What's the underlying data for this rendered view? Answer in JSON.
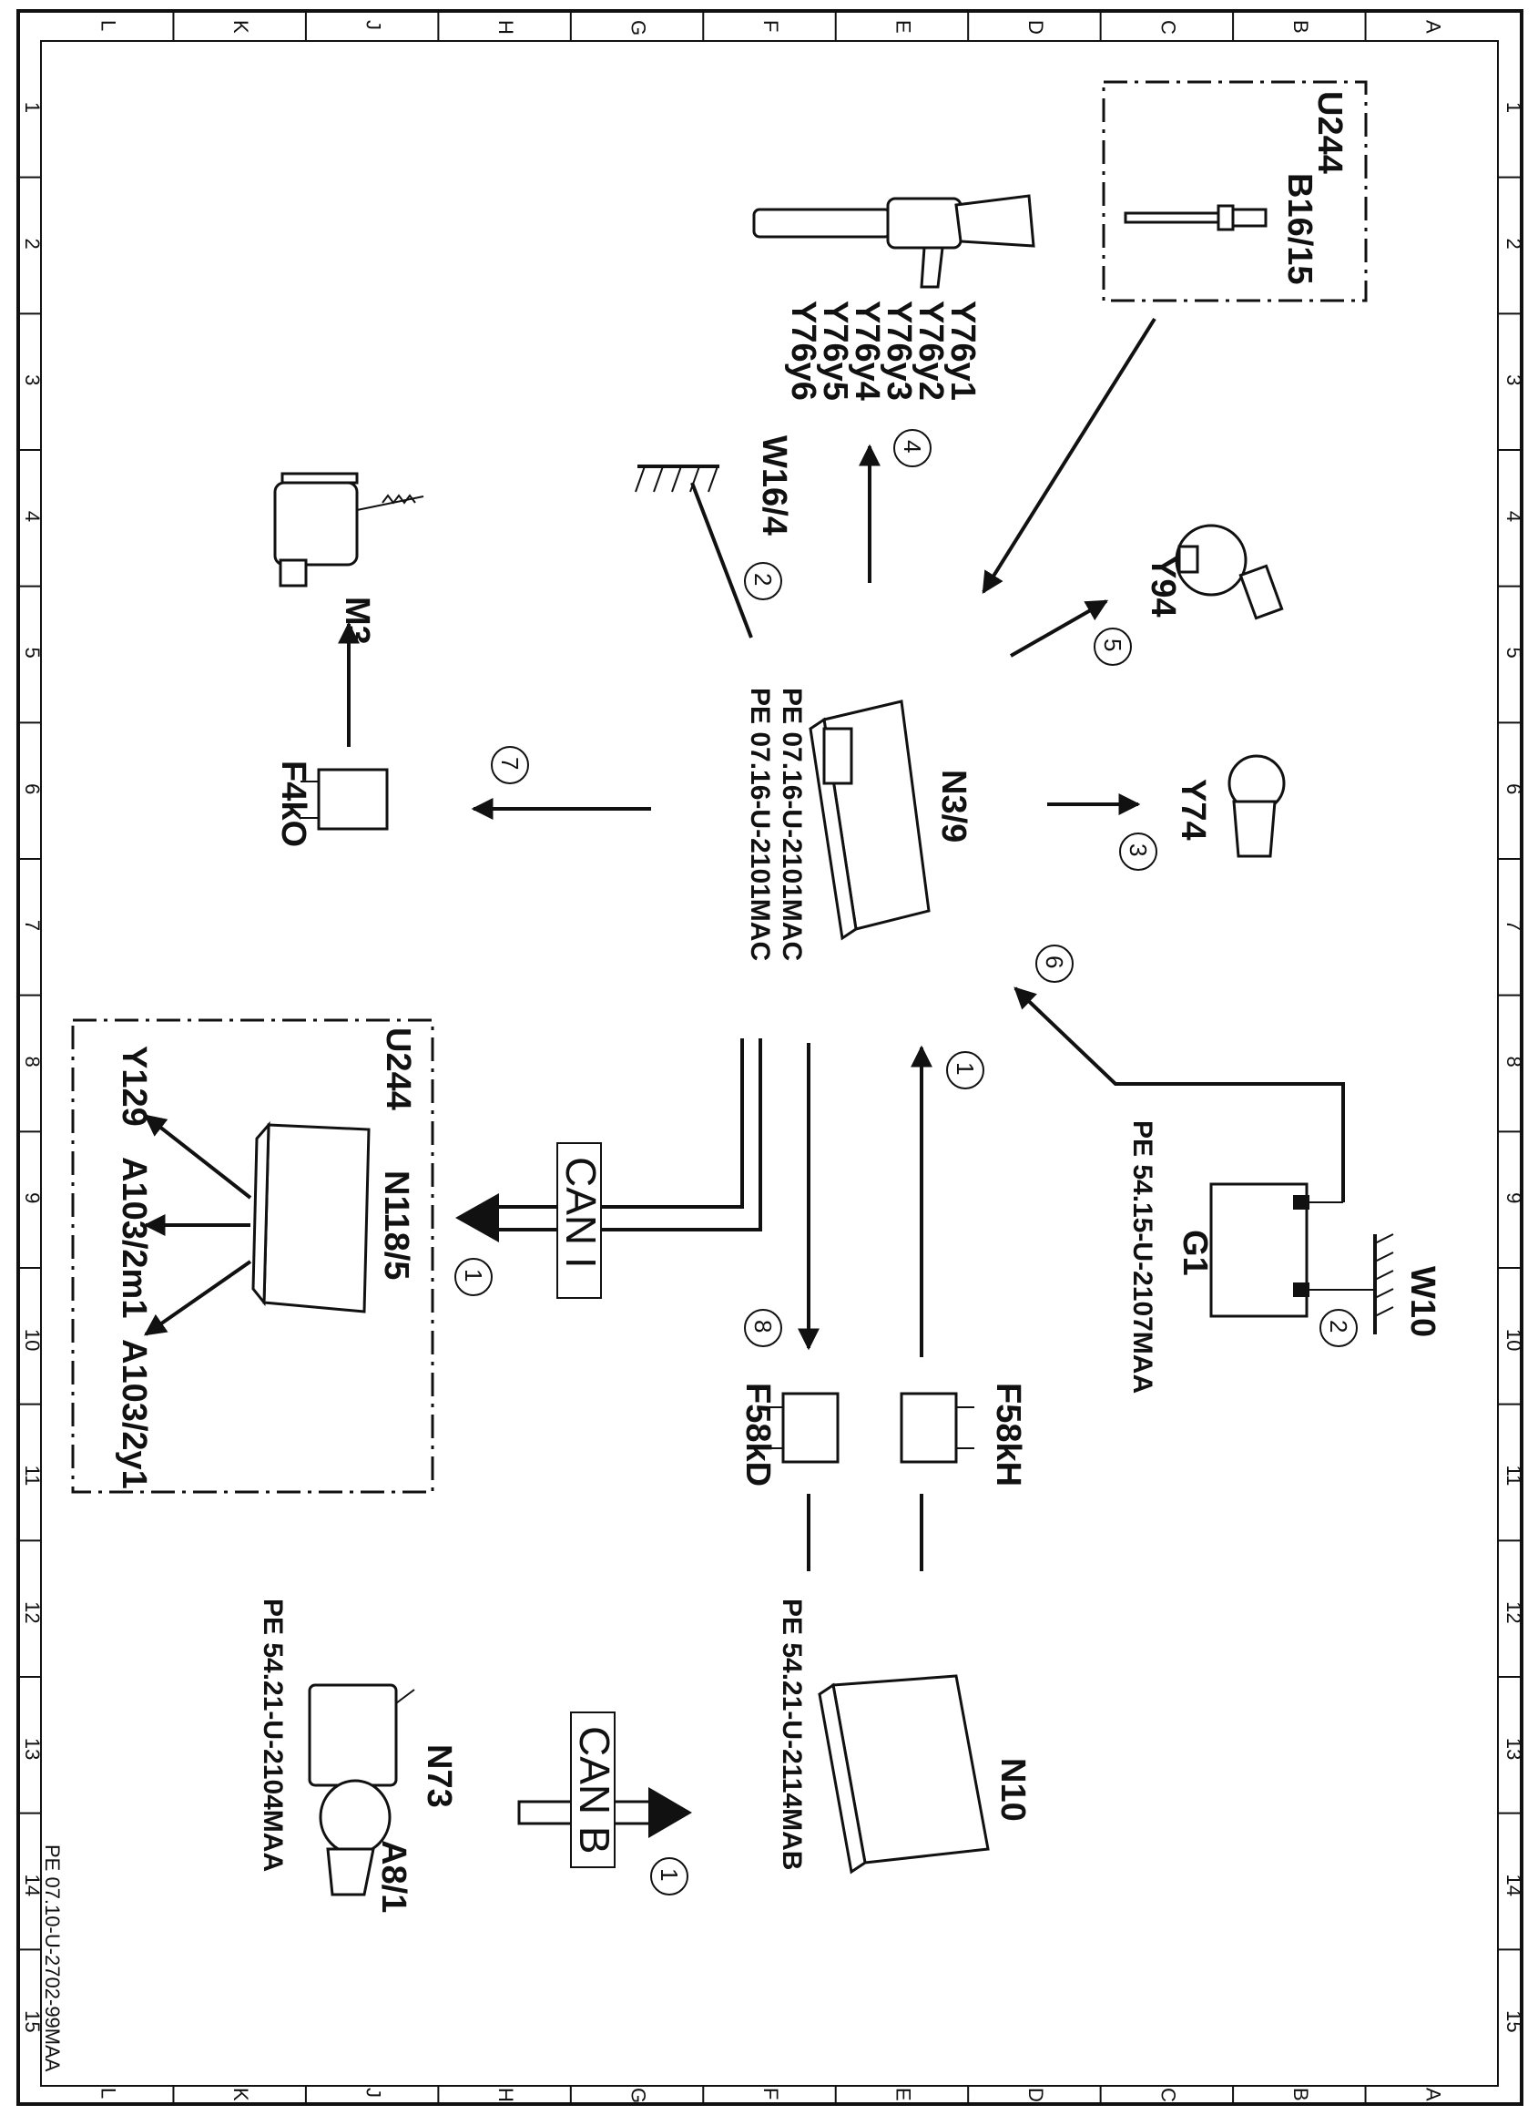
{
  "grid": {
    "letters": [
      "L",
      "K",
      "J",
      "H",
      "G",
      "F",
      "E",
      "D",
      "C",
      "B",
      "A"
    ],
    "numbers": [
      "1",
      "2",
      "3",
      "4",
      "5",
      "6",
      "7",
      "8",
      "9",
      "10",
      "11",
      "12",
      "13",
      "14",
      "15"
    ]
  },
  "labels": {
    "u244_top": "U244",
    "b16_15": "B16/15",
    "y76": [
      "Y76y1",
      "Y76y2",
      "Y76y3",
      "Y76y4",
      "Y76y5",
      "Y76y6"
    ],
    "w16_4": "W16/4",
    "m3": "M3",
    "y94": "Y94",
    "n3_9": "N3/9",
    "n3_9_ref1": "PE  07.16-U-2101MAC",
    "n3_9_ref2": "PE  07.16-U-2101MAC",
    "f4k0": "F4kO",
    "y74": "Y74",
    "u244_bottom": "U244",
    "n118_5": "N118/5",
    "y129": "Y129",
    "a103_2m1": "A103/2m1",
    "a103_2y1": "A103/2y1",
    "g1": "G1",
    "g1_ref": "PE  54.15-U-2107MAA",
    "w10": "W10",
    "f58kh": "F58kH",
    "f58kd": "F58kD",
    "can_i": "CAN I",
    "can_b": "CAN B",
    "n10": "N10",
    "n10_ref": "PE  54.21-U-2114MAB",
    "n73": "N73",
    "a8_1": "A8/1",
    "n73_ref": "PE  54.21-U-2104MAA",
    "footer": "PE 07.10-U-2702-99MAA"
  },
  "step_numbers": {
    "s1_can_i": "1",
    "s1_f58": "1",
    "s1_can_b": "1",
    "s2_w16": "2",
    "s2_w10": "2",
    "s3": "3",
    "s4": "4",
    "s5": "5",
    "s6": "6",
    "s7": "7",
    "s8": "8"
  }
}
